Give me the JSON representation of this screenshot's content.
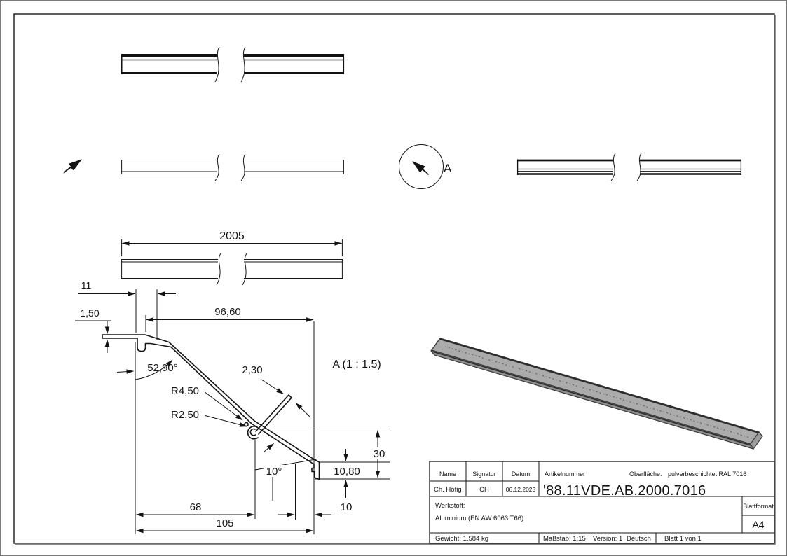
{
  "drawing": {
    "length_dim": "2005",
    "detail_marker": "A",
    "detail_view": {
      "title": "A (1 : 1.5)",
      "dims": {
        "hook_width": "11",
        "strip_thickness": "1,50",
        "slope_width": "96,60",
        "slope_angle": "52,90°",
        "flange_thickness": "2,30",
        "outer_radius": "R4,50",
        "inner_radius": "R2,50",
        "tip_angle": "10°",
        "tip_height": "10,80",
        "right_height": "30",
        "curl_offset": "68",
        "total_width": "105",
        "tip_offset": "10"
      }
    },
    "colors": {
      "line": "#141414",
      "iso_fill": "#ababab",
      "iso_edge": "#3a3a3a"
    }
  },
  "title_block": {
    "headers": {
      "name": "Name",
      "signature": "Signatur",
      "date": "Datum",
      "article": "Artikelnummer",
      "surface_label": "Oberfläche:",
      "sheet_format": "Blattformat"
    },
    "values": {
      "name": "Ch. Höfig",
      "signature": "CH",
      "date": "06.12.2023",
      "article_number": "'88.11VDE.AB.2000.7016",
      "surface": "pulverbeschichtet RAL 7016",
      "sheet_format": "A4"
    },
    "material_label": "Werkstoff:",
    "material": "Aluminium (EN AW 6063 T66)",
    "weight": "Gewicht: 1.584 kg",
    "scale": "Maßstab: 1:15",
    "version": "Version: 1",
    "language": "Deutsch",
    "sheet": "Blatt 1 von 1"
  }
}
